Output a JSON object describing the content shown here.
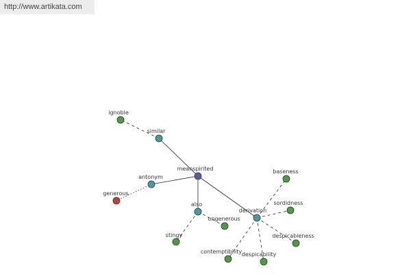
{
  "site_url": "http://www.artikata.com",
  "colors": {
    "center": "#5b5b9e",
    "relation": "#4a9aa0",
    "synonym": "#4f9a42",
    "antonym": "#b84242",
    "edge": "#222222"
  },
  "graph": {
    "center": "meanspirited",
    "nodes": [
      {
        "id": "mean-spirited",
        "label": "meanspirited",
        "kind": "center"
      },
      {
        "id": "similar",
        "label": "similar",
        "kind": "relation"
      },
      {
        "id": "antonym",
        "label": "antonym",
        "kind": "relation"
      },
      {
        "id": "also",
        "label": "also",
        "kind": "relation"
      },
      {
        "id": "derivation",
        "label": "derivation",
        "kind": "relation"
      },
      {
        "id": "ignoble",
        "label": "ignoble",
        "kind": "synonym"
      },
      {
        "id": "generous",
        "label": "generous",
        "kind": "antonym"
      },
      {
        "id": "stingy",
        "label": "stingy",
        "kind": "synonym"
      },
      {
        "id": "ungenerous",
        "label": "ungenerous",
        "kind": "synonym"
      },
      {
        "id": "baseness",
        "label": "baseness",
        "kind": "synonym"
      },
      {
        "id": "sordidness",
        "label": "sordidness",
        "kind": "synonym"
      },
      {
        "id": "despicableness",
        "label": "despicableness",
        "kind": "synonym"
      },
      {
        "id": "despicability",
        "label": "despicability",
        "kind": "synonym"
      },
      {
        "id": "contemptibility",
        "label": "contemptibility",
        "kind": "synonym"
      }
    ],
    "edges": [
      {
        "from": "mean-spirited",
        "to": "similar",
        "style": "solid"
      },
      {
        "from": "mean-spirited",
        "to": "antonym",
        "style": "solid"
      },
      {
        "from": "mean-spirited",
        "to": "also",
        "style": "solid"
      },
      {
        "from": "mean-spirited",
        "to": "derivation",
        "style": "solid"
      },
      {
        "from": "similar",
        "to": "ignoble",
        "style": "dashed"
      },
      {
        "from": "antonym",
        "to": "generous",
        "style": "dotted"
      },
      {
        "from": "also",
        "to": "stingy",
        "style": "dashed"
      },
      {
        "from": "also",
        "to": "ungenerous",
        "style": "dashed"
      },
      {
        "from": "derivation",
        "to": "baseness",
        "style": "dashed"
      },
      {
        "from": "derivation",
        "to": "sordidness",
        "style": "dashed"
      },
      {
        "from": "derivation",
        "to": "despicableness",
        "style": "dashed"
      },
      {
        "from": "derivation",
        "to": "despicability",
        "style": "dashed"
      },
      {
        "from": "derivation",
        "to": "contemptibility",
        "style": "dashed"
      }
    ]
  }
}
